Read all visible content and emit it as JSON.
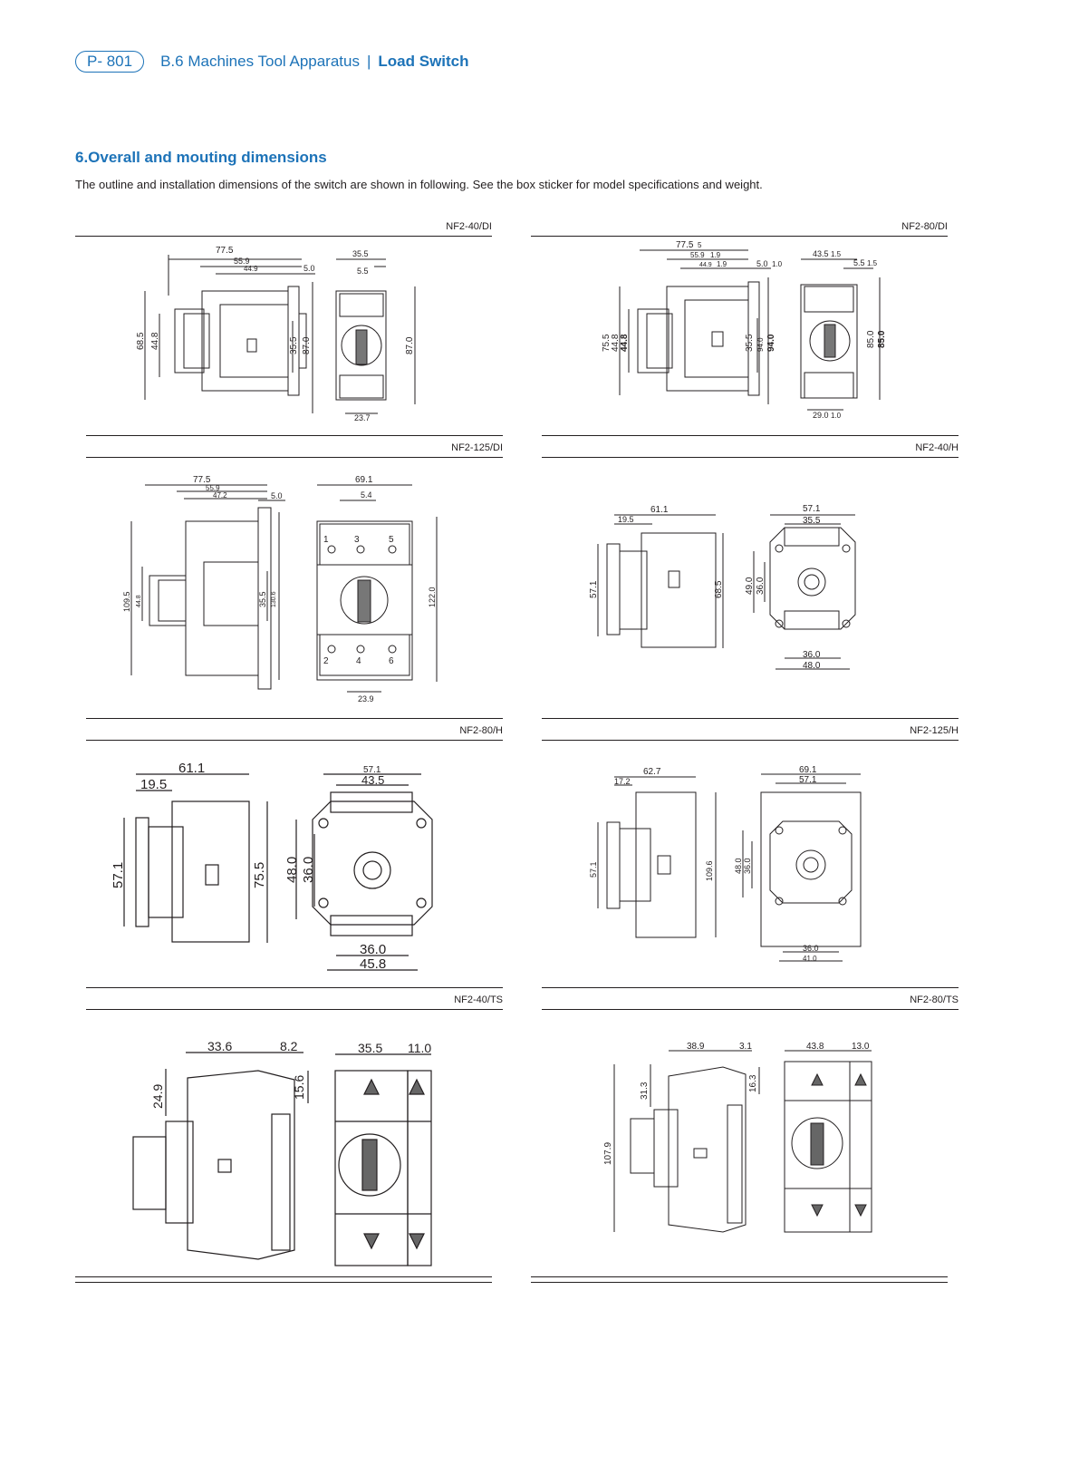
{
  "header": {
    "page_tag": "P- 801",
    "section": "B.6 Machines Tool Apparatus",
    "separator": "|",
    "topic": "Load Switch"
  },
  "section": {
    "title": "6.Overall and mouting dimensions",
    "intro": "The outline and installation dimensions of the switch are shown in following. See the box sticker for model specifications and weight."
  },
  "panels": [
    {
      "model": "NF2-40/DI",
      "dims": {
        "w1": "77.5",
        "w2": "55.9",
        "w3": "44.9",
        "w4": "5.0",
        "h1": "68.5",
        "h2": "44.8",
        "h3": "35.5",
        "h4": "87.0",
        "fw": "35.5",
        "fs": "5.5",
        "fh": "87.0",
        "fb": "23.7"
      }
    },
    {
      "model": "NF2-80/DI",
      "dims": {
        "w1": "77.5",
        "w1t": "5",
        "w2": "55.9",
        "w2t": "1.9",
        "w3": "44.9",
        "w3t": "1.9",
        "w4": "5.0",
        "w4t": "1.0",
        "h1": "75.5",
        "h2": "44.8",
        "h2b": "44.8",
        "h3": "35.5",
        "h4": "94.0",
        "h4b": "94.0",
        "fw": "43.5",
        "fwt": "1.5",
        "fs": "5.5",
        "fst": "1.5",
        "fh": "85.0",
        "fhb": "85.0",
        "fb": "29.0",
        "fbt": "1.0"
      }
    },
    {
      "model": "NF2-125/DI",
      "dims": {
        "w1": "77.5",
        "w2": "55.9",
        "w3": "47.2",
        "w4": "5.0",
        "h1": "109.5",
        "h2": "44.8",
        "h3": "35.5",
        "h4": "130.6",
        "fw": "69.1",
        "fs": "5.4",
        "fh": "122.0",
        "fb": "23.9",
        "t1": "1",
        "t3": "3",
        "t5": "5",
        "t2": "2",
        "t4": "4",
        "t6": "6"
      }
    },
    {
      "model": "NF2-40/H",
      "dims": {
        "w1": "61.1",
        "w2": "19.5",
        "h1": "57.1",
        "h2": "68.5",
        "fw": "57.1",
        "fw2": "35.5",
        "fh1": "49.0",
        "fh2": "36.0",
        "fb1": "36.0",
        "fb2": "48.0"
      }
    },
    {
      "model": "NF2-80/H",
      "dims": {
        "w1": "61.1",
        "w2": "19.5",
        "h1": "57.1",
        "h2": "75.5",
        "fw": "57.1",
        "fw2": "43.5",
        "fh1": "48.0",
        "fh2": "36.0",
        "fb1": "36.0",
        "fb2": "45.8"
      }
    },
    {
      "model": "NF2-125/H",
      "dims": {
        "w1": "62.7",
        "w2": "17.2",
        "h1": "57.1",
        "h2": "109.6",
        "fw": "69.1",
        "fw2": "57.1",
        "fh1": "48.0",
        "fh2": "36.0",
        "fb1": "36.0",
        "fb2": "41.0"
      }
    },
    {
      "model": "NF2-40/TS",
      "dims": {
        "w1": "33.6",
        "w2": "8.2",
        "h1": "24.9",
        "h2": "15.6",
        "fw": "35.5",
        "fw2": "11.0"
      }
    },
    {
      "model": "NF2-80/TS",
      "dims": {
        "w1": "38.9",
        "w2": "3.1",
        "h1": "31.3",
        "h2": "16.3",
        "h3": "107.9",
        "fw": "43.8",
        "fw2": "13.0"
      }
    }
  ],
  "colors": {
    "brand": "#1d73b8",
    "ink": "#231f20",
    "device": "#3a3a3a"
  }
}
